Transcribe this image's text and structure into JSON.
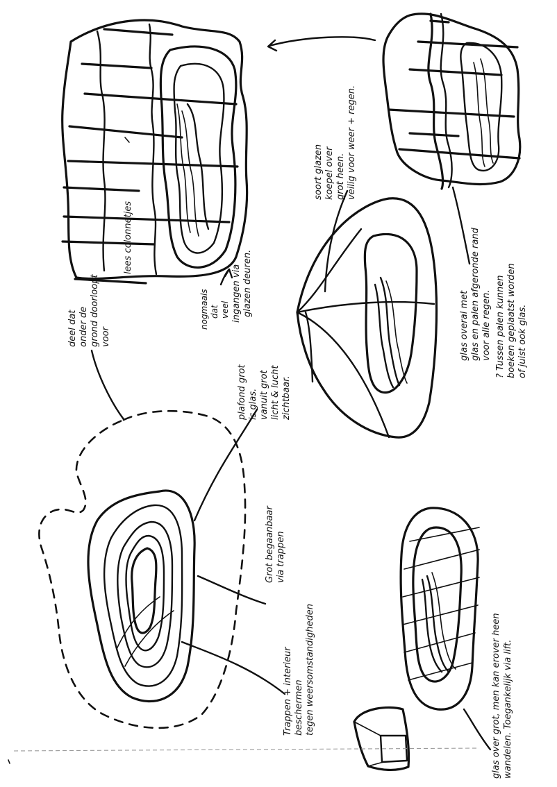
{
  "notes": {
    "deel_dat": [
      "deel dat",
      "onder de",
      "grond doorloopt",
      "voor",
      "lees colonnetjes"
    ],
    "ingangen": [
      "ingangen via",
      "glazen deuren."
    ],
    "nogmaals": [
      "nogmaals",
      "dat",
      "veel"
    ],
    "glazen_koepel": [
      "soort glazen",
      "koepel over",
      "grot heen.",
      "veilig voor weer + regen."
    ],
    "plafond": [
      "plafond grot",
      "is glas.",
      "vanuit grot",
      "licht & lucht",
      "zichtbaar."
    ],
    "glas_overal": [
      "glas overal met",
      "glas en palen afgeronde rand",
      "voor alle regen."
    ],
    "tussen_palen": [
      "? Tussen palen kunnen",
      "boeken geplaatst worden",
      "of juist ook glas."
    ],
    "grot_begaanbaar": [
      "Grot begaanbaar",
      "via trappen"
    ],
    "trappen_interieur": [
      "Trappen + interieur",
      "beschermen",
      "tegen weersomstandigheden"
    ],
    "glas_over_grot": [
      "glas over grot, men kan erover heen",
      "wandelen. Toegankelijk via lift."
    ]
  }
}
